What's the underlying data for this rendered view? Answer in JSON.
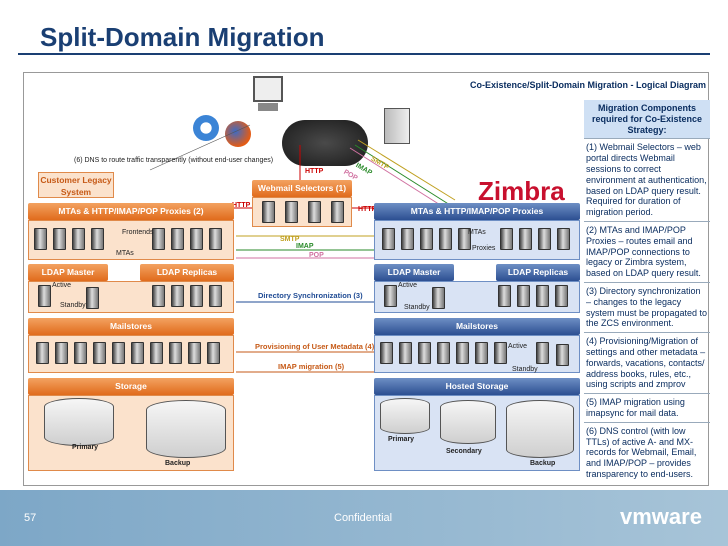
{
  "title": "Split-Domain Migration",
  "diagram_caption": "Co-Existence/Split-Domain Migration - Logical Diagram",
  "side_panel": {
    "header": "Migration Components required for Co-Existence Strategy:",
    "items": [
      "(1) Webmail Selectors – web portal directs Webmail sessions to correct environment at authentication, based on LDAP query result. Required for duration of migration period.",
      "(2) MTAs and IMAP/POP Proxies – routes email and IMAP/POP connections to legacy or Zimbra system, based on LDAP query result.",
      "(3) Directory synchronization – changes to the legacy system must be propagated to the ZCS environment.",
      "(4) Provisioning/Migration of settings and other metadata – forwards, vacations, contacts/ address books, rules, etc., using scripts and zmprov",
      "(5) IMAP migration using imapsync for mail data.",
      "(6) DNS control (with low TTLs) of active A- and MX-records for Webmail, Email, and IMAP/POP – provides transparency to end-users."
    ]
  },
  "dns_note": "(6) DNS to route traffic transparently (without end-user changes)",
  "legacy": {
    "customer_label": "Customer Legacy System",
    "proxies_bar": "MTAs & HTTP/IMAP/POP Proxies (2)",
    "frontends": "Frontends",
    "mtas": "MTAs",
    "ldap_master_bar": "LDAP Master",
    "ldap_replicas_bar": "LDAP Replicas",
    "active": "Active",
    "standby": "Standby",
    "mailstores_bar": "Mailstores",
    "storage_bar": "Storage",
    "primary": "Primary",
    "backup": "Backup"
  },
  "zimbra": {
    "logo": "Zimbra",
    "proxies_bar": "MTAs & HTTP/IMAP/POP Proxies",
    "mtas": "MTAs",
    "proxies": "Proxies",
    "ldap_master_bar": "LDAP Master",
    "ldap_replicas_bar": "LDAP Replicas",
    "active": "Active",
    "standby": "Standby",
    "mailstores_bar": "Mailstores",
    "ms_active": "Active",
    "ms_standby": "Standby",
    "storage_bar": "Hosted Storage",
    "primary": "Primary",
    "secondary": "Secondary",
    "backup": "Backup"
  },
  "center": {
    "webmail_bar": "Webmail Selectors (1)",
    "http_top": "HTTP",
    "http_left": "HTTP",
    "http_right": "HTTP",
    "smtp_diag": "SMTP",
    "imap_diag": "IMAP",
    "pop_diag": "POP",
    "smtp": "SMTP",
    "imap": "IMAP",
    "pop": "POP",
    "dir_sync": "Directory Synchronization (3)",
    "provisioning": "Provisioning of User Metadata (4)",
    "imap_migration": "IMAP migration (5)"
  },
  "footer": {
    "page_number": "57",
    "confidential": "Confidential",
    "brand": "vmware"
  },
  "colors": {
    "title": "#1a3f73",
    "legacy_accent": "#e06b1c",
    "zimbra_accent": "#2c4f91",
    "footer": "#7da7c7"
  }
}
